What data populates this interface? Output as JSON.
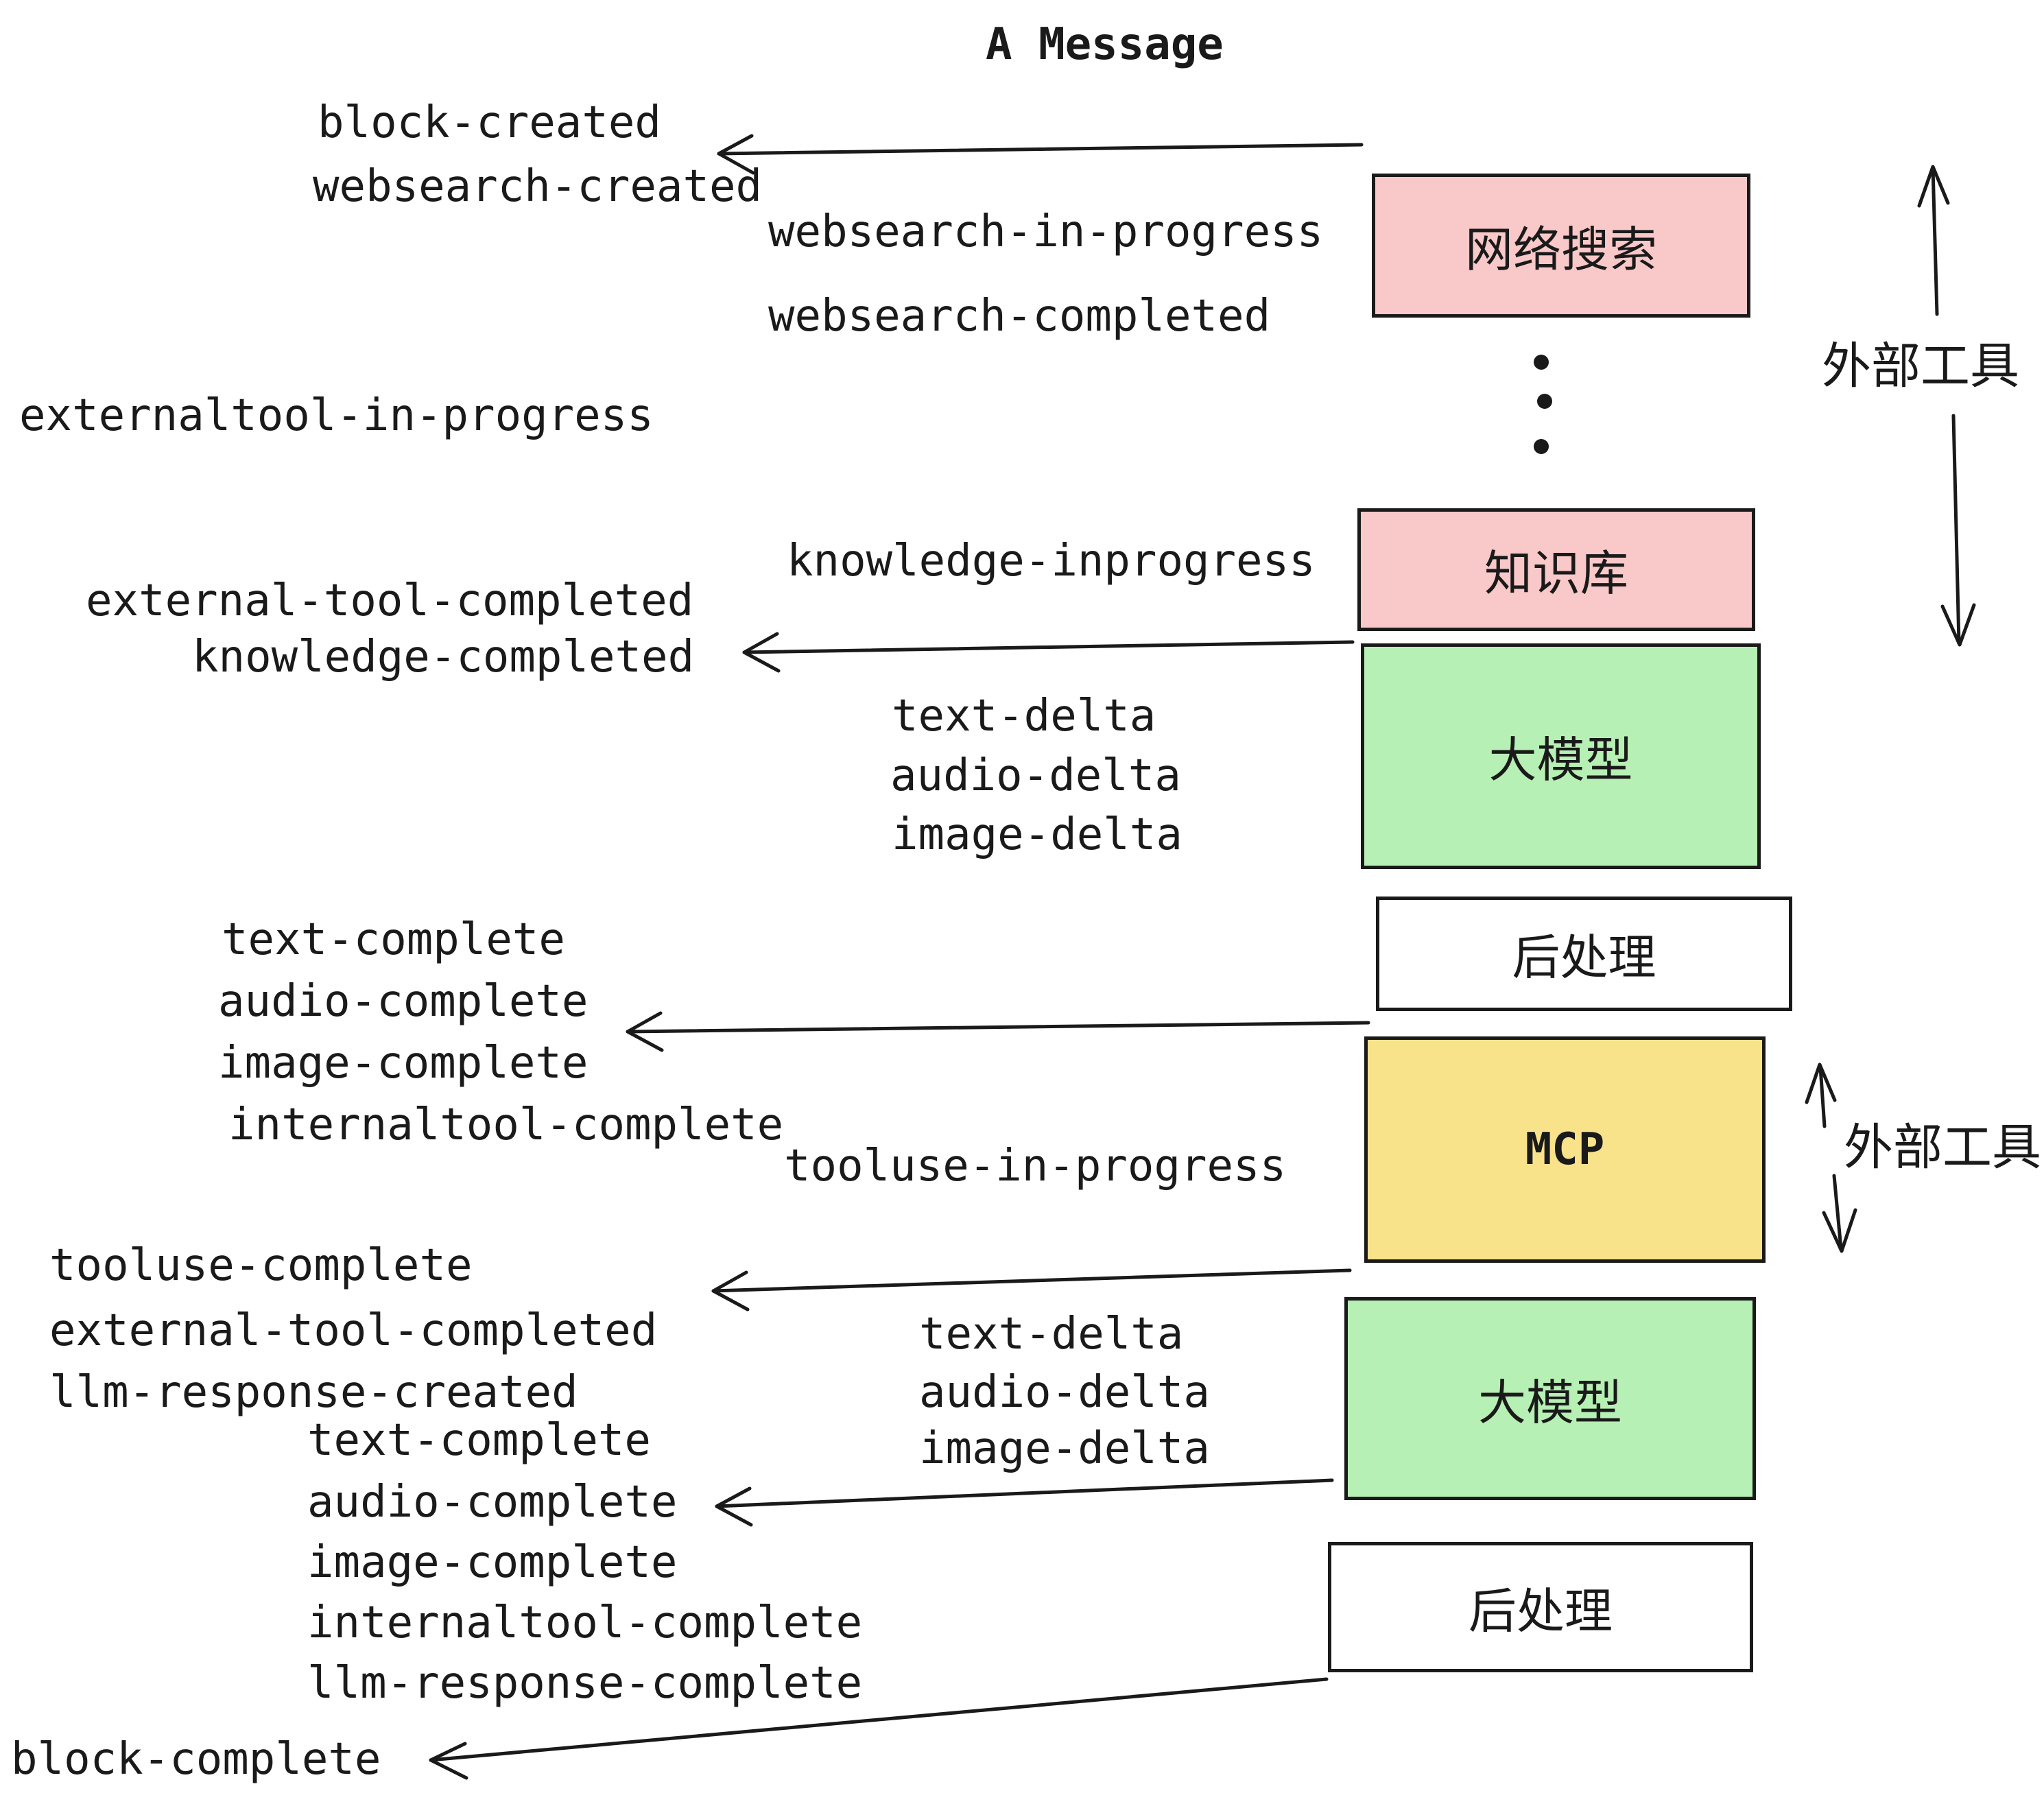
{
  "title": "A Message",
  "colors": {
    "box_pink": "#f9c8c8",
    "box_green": "#b7f0b4",
    "box_yellow": "#f8e38b",
    "box_white": "#ffffff",
    "stroke": "#1a1a1a"
  },
  "boxes": [
    {
      "id": "websearch",
      "label": "网络搜索",
      "color": "pink"
    },
    {
      "id": "knowledge",
      "label": "知识库",
      "color": "pink"
    },
    {
      "id": "llm-1",
      "label": "大模型",
      "color": "green"
    },
    {
      "id": "postprocess-1",
      "label": "后处理",
      "color": "white"
    },
    {
      "id": "mcp",
      "label": "MCP",
      "color": "yellow"
    },
    {
      "id": "llm-2",
      "label": "大模型",
      "color": "green"
    },
    {
      "id": "postprocess-2",
      "label": "后处理",
      "color": "white"
    }
  ],
  "side_annotations": [
    {
      "label": "外部工具",
      "arrow": "vertical-double-headed",
      "near": "websearch / knowledge"
    },
    {
      "label": "外部工具",
      "arrow": "vertical-double-headed",
      "near": "mcp"
    }
  ],
  "ellipsis_dots": 3,
  "events": [
    {
      "text": "block-created"
    },
    {
      "text": "websearch-created"
    },
    {
      "text": "websearch-in-progress"
    },
    {
      "text": "websearch-completed"
    },
    {
      "text": "externaltool-in-progress"
    },
    {
      "text": "knowledge-inprogress"
    },
    {
      "text": "external-tool-completed"
    },
    {
      "text": "knowledge-completed"
    },
    {
      "text": "text-delta"
    },
    {
      "text": "audio-delta"
    },
    {
      "text": "image-delta"
    },
    {
      "text": "text-complete"
    },
    {
      "text": "audio-complete"
    },
    {
      "text": "image-complete"
    },
    {
      "text": "internaltool-complete"
    },
    {
      "text": "tooluse-in-progress"
    },
    {
      "text": "tooluse-complete"
    },
    {
      "text": "external-tool-completed"
    },
    {
      "text": "llm-response-created"
    },
    {
      "text": "text-complete"
    },
    {
      "text": "audio-complete"
    },
    {
      "text": "image-complete"
    },
    {
      "text": "internaltool-complete"
    },
    {
      "text": "llm-response-complete"
    },
    {
      "text": "text-delta"
    },
    {
      "text": "audio-delta"
    },
    {
      "text": "image-delta"
    },
    {
      "text": "block-complete"
    }
  ],
  "edges": [
    {
      "from": "websearch",
      "to": "block-created / websearch-created",
      "direction": "left"
    },
    {
      "from": "knowledge",
      "to": "knowledge-completed",
      "direction": "left"
    },
    {
      "from": "postprocess-1",
      "to": "image-complete",
      "direction": "left"
    },
    {
      "from": "mcp",
      "to": "tooluse-complete / external-tool-completed",
      "direction": "left"
    },
    {
      "from": "llm-2",
      "to": "audio-complete",
      "direction": "left"
    },
    {
      "from": "postprocess-2",
      "to": "block-complete",
      "direction": "left"
    }
  ]
}
